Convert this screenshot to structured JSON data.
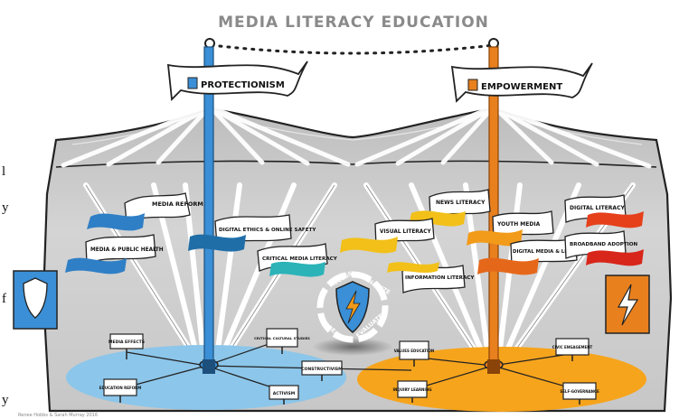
{
  "title": "MEDIA LITERACY EDUCATION",
  "left_edge_text": [
    "l",
    "y",
    "f",
    "y"
  ],
  "flags": {
    "left": "PROTECTIONISM",
    "right": "EMPOWERMENT"
  },
  "banners_left": [
    {
      "label": "MEDIA REFORM",
      "color": "#2f7fc6"
    },
    {
      "label": "MEDIA & PUBLIC HEALTH",
      "color": "#2f7fc6"
    },
    {
      "label": "DIGITAL ETHICS & ONLINE SAFETY",
      "color": "#1f6ea8"
    },
    {
      "label": "CRITICAL MEDIA LITERACY",
      "color": "#2bb3b8"
    }
  ],
  "banners_right": [
    {
      "label": "NEWS LITERACY",
      "color": "#f2c018"
    },
    {
      "label": "VISUAL LITERACY",
      "color": "#f2c018"
    },
    {
      "label": "INFORMATION LITERACY",
      "color": "#f2c018"
    },
    {
      "label": "YOUTH MEDIA",
      "color": "#f29a1a"
    },
    {
      "label": "DIGITAL MEDIA & LEARNING",
      "color": "#e5681a"
    },
    {
      "label": "DIGITAL LITERACY",
      "color": "#e5401a"
    },
    {
      "label": "BROADBAND ADOPTION",
      "color": "#d8261a"
    }
  ],
  "cycle": [
    "ACCESS",
    "ANALYZE",
    "EVALUATE",
    "CREATE"
  ],
  "signs_left": [
    "MEDIA EFFECTS",
    "CRITICAL CULTURAL STUDIES",
    "EDUCATION REFORM",
    "ACTIVISM"
  ],
  "sign_center": "CONSTRUCTIVISM",
  "signs_right": [
    "VALUES EDUCATION",
    "CIVIC ENGAGEMENT",
    "INQUIRY LEARNING",
    "SELF-GOVERNANCE"
  ],
  "credit": "Renee Hobbs & Sarah Murray 2016",
  "colors": {
    "protection_blue": "#3a8fd6",
    "ellipse_blue": "#8cc6ea",
    "empower_orange": "#e8801e",
    "ellipse_orange": "#f6a41c",
    "tent_gray": "#d2d2d2"
  }
}
